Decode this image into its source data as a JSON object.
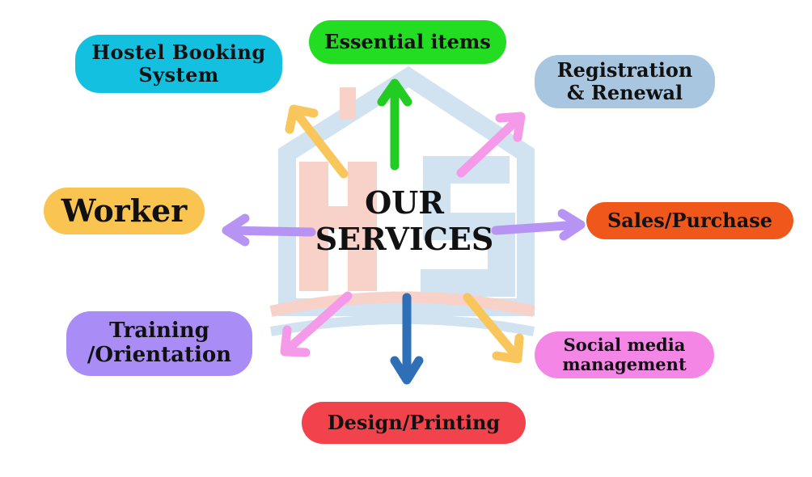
{
  "center": {
    "line1": "OUR",
    "line2": "SERVICES"
  },
  "nodes": {
    "hostel": {
      "line1": "Hostel Booking",
      "line2": "System",
      "color": "#14c0e0"
    },
    "essential": {
      "label": "Essential items",
      "color": "#22dd22"
    },
    "registration": {
      "line1": "Registration",
      "line2": "& Renewal",
      "color": "#a9c6e0"
    },
    "worker": {
      "label": "Worker",
      "color": "#f9c550"
    },
    "sales": {
      "label": "Sales/Purchase",
      "color": "#f0571a"
    },
    "training": {
      "line1": "Training",
      "line2": "/Orientation",
      "color": "#a98cf5"
    },
    "social": {
      "line1": "Social media",
      "line2": "management",
      "color": "#f486e6"
    },
    "design": {
      "label": "Design/Printing",
      "color": "#f2424c"
    }
  },
  "arrow_colors": {
    "hostel": "#f8c65a",
    "essential": "#22cc22",
    "registration": "#f49ae8",
    "worker": "#b794f4",
    "sales": "#b794f4",
    "training": "#f49ae8",
    "social": "#f8c65a",
    "design": "#2f6fb8"
  },
  "logo": {
    "house_color": "#c9ddef",
    "accent_color": "#f7c9bf"
  }
}
